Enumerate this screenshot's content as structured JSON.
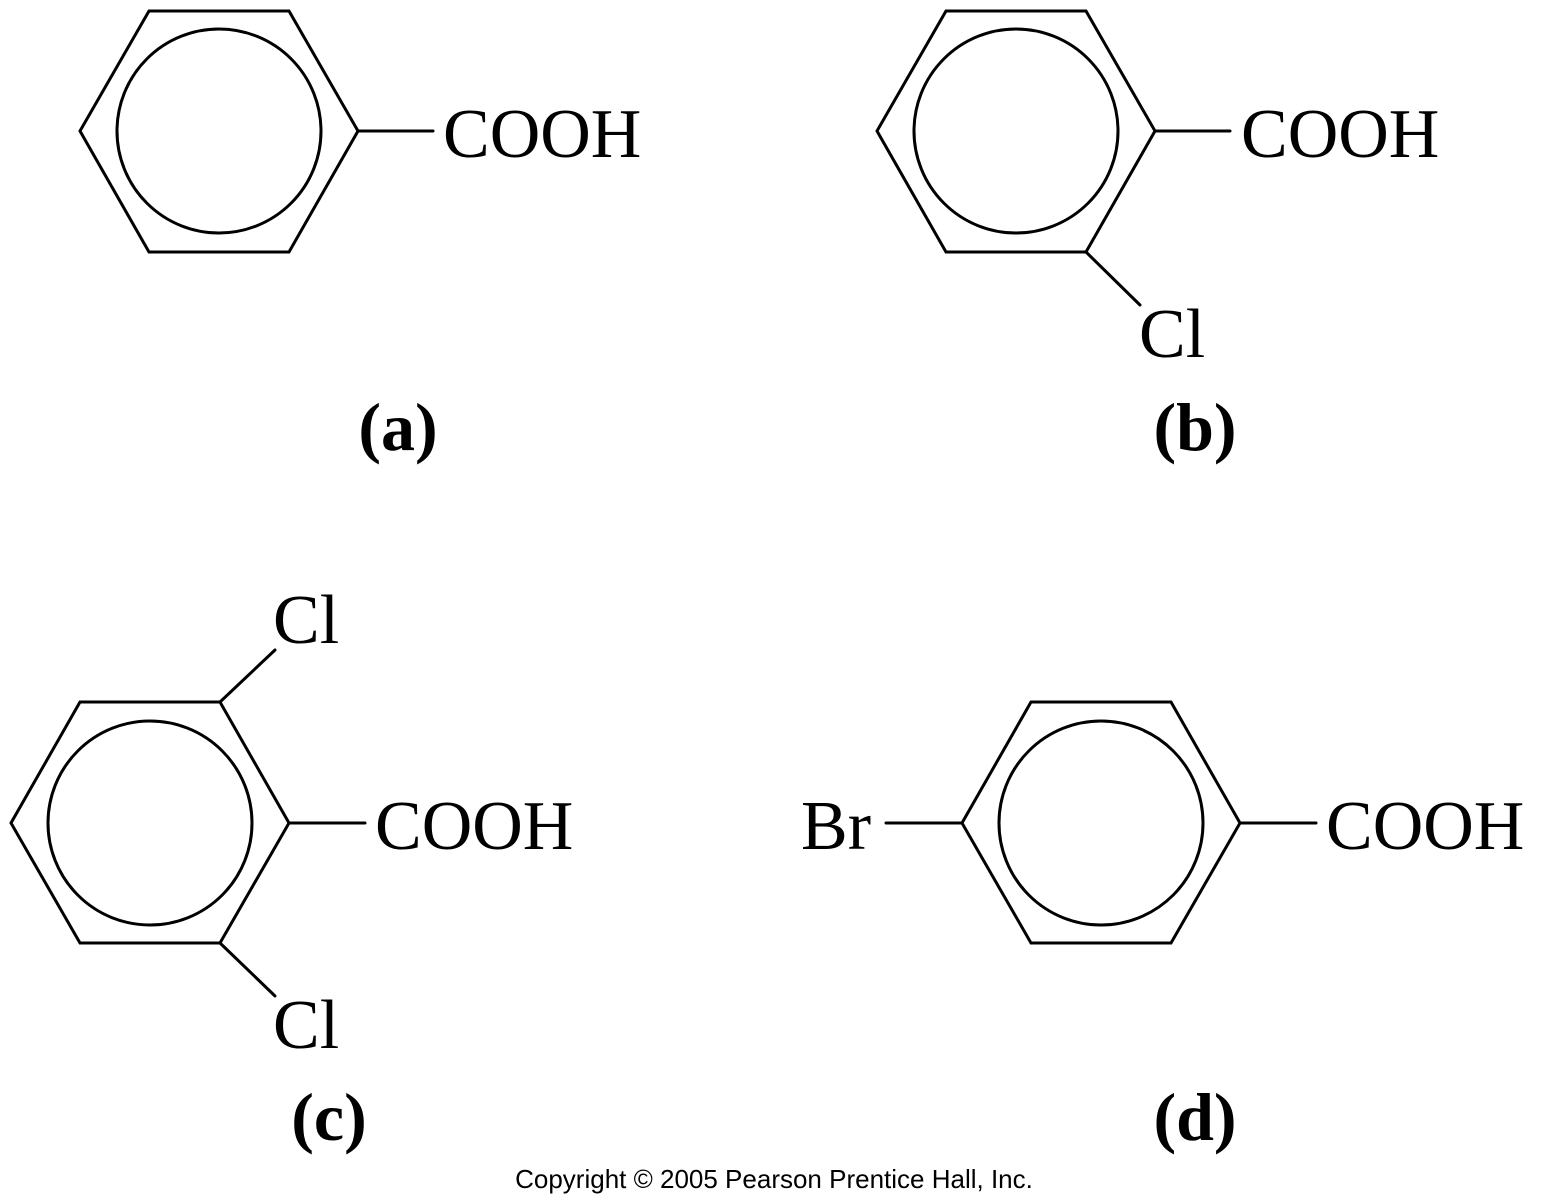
{
  "molecules": [
    {
      "id": "a",
      "label": "(a)",
      "substituents": [
        {
          "text": "COOH"
        }
      ]
    },
    {
      "id": "b",
      "label": "(b)",
      "substituents": [
        {
          "text": "COOH"
        },
        {
          "text": "Cl"
        }
      ]
    },
    {
      "id": "c",
      "label": "(c)",
      "substituents": [
        {
          "text": "Cl"
        },
        {
          "text": "COOH"
        },
        {
          "text": "Cl"
        }
      ]
    },
    {
      "id": "d",
      "label": "(d)",
      "substituents": [
        {
          "text": "Br"
        },
        {
          "text": "COOH"
        }
      ]
    }
  ],
  "copyright": "Copyright © 2005 Pearson Prentice Hall, Inc."
}
